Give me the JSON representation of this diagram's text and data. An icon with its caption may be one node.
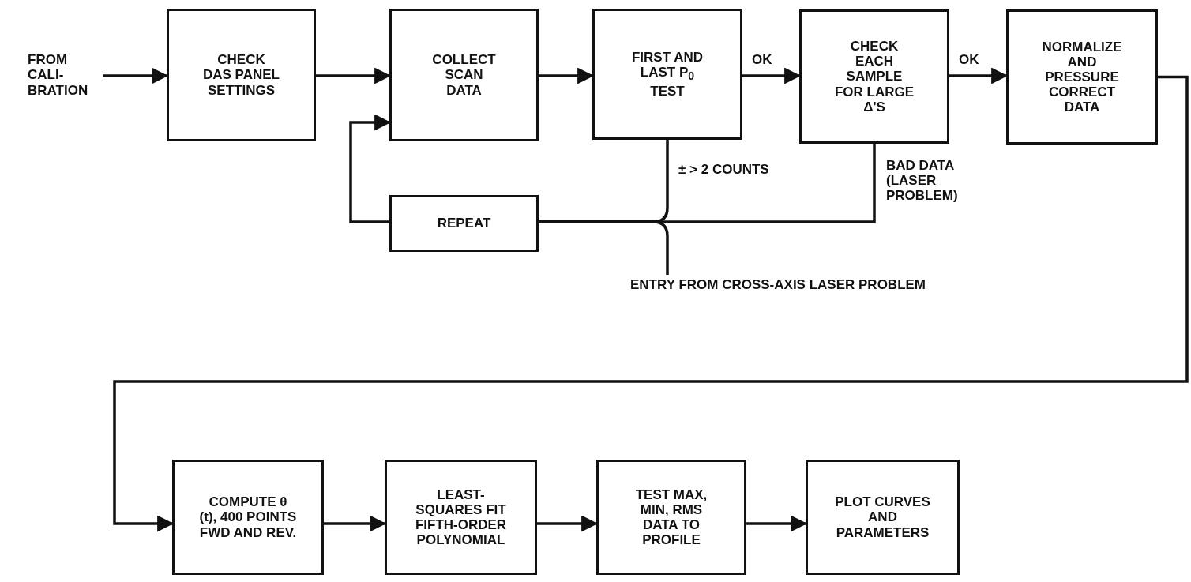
{
  "diagram": {
    "nodes": [
      {
        "text": [
          "FROM CALI- BRATION"
        ]
      },
      {
        "text": [
          "CHECK DAS PANEL SETTINGS"
        ]
      },
      {
        "text": [
          "COLLECT SCAN DATA"
        ]
      },
      {
        "text": [
          "FIRST AND LAST P$_{0}$ TEST"
        ]
      },
      {
        "text": [
          "CHECK EACH SAMPLE FOR LARGE Δ'S"
        ]
      },
      {
        "text": [
          "NORMALIZE AND PRESSURE CORRECT DATA"
        ]
      },
      {
        "text": [
          "REPEAT"
        ]
      },
      {
        "text": [
          "ENTRY FROM CROSS-AXIS LASER PROBLEM"
        ]
      },
      {
        "text": [
          "COMPUTE θ (t), 400 POINTS FWD AND REV."
        ]
      },
      {
        "text": [
          "LEAST- SQUARES FIT FIFTH-ORDER POLYNOMIAL"
        ]
      },
      {
        "text": [
          "TEST MAX, MIN, RMS DATA TO PROFILE"
        ]
      },
      {
        "text": [
          "PLOT CURVES AND PARAMETERS"
        ]
      }
    ],
    "edges": [
      {
        "from": 0,
        "to": 1,
        "arrow": "to"
      },
      {
        "from": 1,
        "to": 2,
        "arrow": "to"
      },
      {
        "from": 2,
        "to": 3,
        "arrow": "to"
      },
      {
        "from": 3,
        "to": 4,
        "arrow": "to",
        "label": "OK"
      },
      {
        "from": 4,
        "to": 5,
        "arrow": "to",
        "label": "OK"
      },
      {
        "from": 5,
        "to": 8,
        "arrow": "to"
      },
      {
        "from": 3,
        "to": 6,
        "arrow": "none",
        "label": "± > 2 COUNTS"
      },
      {
        "from": 4,
        "to": 6,
        "arrow": "none",
        "label": "BAD DATA (LASER PROBLEM)"
      },
      {
        "from": 7,
        "to": 6,
        "arrow": "none"
      },
      {
        "from": 6,
        "to": 2,
        "arrow": "to"
      },
      {
        "from": 8,
        "to": 9,
        "arrow": "to"
      },
      {
        "from": 9,
        "to": 10,
        "arrow": "to"
      },
      {
        "from": 10,
        "to": 11,
        "arrow": "to"
      }
    ]
  }
}
